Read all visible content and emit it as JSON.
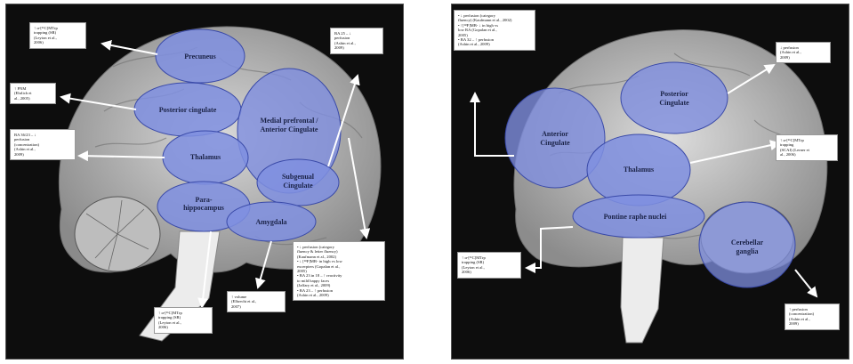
{
  "colors": {
    "background": "#0d0d0d",
    "region_fill": "#7f8fe0",
    "region_stroke": "#3a4aa8",
    "arrow": "#ffffff",
    "note_bg": "#ffffff"
  },
  "left_panel": {
    "regions": [
      {
        "id": "precuneus",
        "label_lines": [
          "Precuneus"
        ]
      },
      {
        "id": "posterior-cingulate",
        "label_lines": [
          "Posterior cingulate"
        ]
      },
      {
        "id": "medial-prefrontal",
        "label_lines": [
          "Medial prefrontal /",
          "Anterior Cingulate"
        ]
      },
      {
        "id": "thalamus",
        "label_lines": [
          "Thalamus"
        ]
      },
      {
        "id": "subgenual-cingulate",
        "label_lines": [
          "Subgenual",
          "Cingulate"
        ]
      },
      {
        "id": "para-hippocampus",
        "label_lines": [
          "Para-",
          "hippocampus"
        ]
      },
      {
        "id": "amygdala",
        "label_lines": [
          "Amygdala"
        ]
      }
    ],
    "notes": [
      {
        "id": "note-precuneus",
        "lines": [
          "↑ α-[¹¹C]MTrp",
          "trapping (SR)",
          "(Leyton et al.,",
          "2006)"
        ]
      },
      {
        "id": "note-pcc",
        "lines": [
          "↑ PNM",
          "(Ehrlich et",
          "al., 2005)"
        ]
      },
      {
        "id": "note-ba3631",
        "lines": [
          "BA 36/23 – ↓",
          "perfusion",
          "(concentration)",
          "(Ashin et al.,",
          "2009)"
        ]
      },
      {
        "id": "note-ba25",
        "lines": [
          "BA 25 – ↓",
          "perfusion",
          "(Ashin et al.,",
          "2009)"
        ]
      },
      {
        "id": "note-volume",
        "lines": [
          "↑ volume",
          "(Elbrecht et al.,",
          "2007)"
        ]
      },
      {
        "id": "note-thalamus-left",
        "lines": [
          "↑ α-[¹¹C]MTrp",
          "trapping (SR)",
          "(Leyton et al.,",
          "2006)"
        ]
      },
      {
        "id": "note-bullets-left",
        "lines": [
          "• ↓ perfusion (category",
          "  fluency & letter fluency)",
          "  (Kaufmann et al., 2002)",
          "• ↓ [¹⁸F]MB- in high vs low",
          "  excerpters (Gopalan et al.,",
          "  2005)",
          "• BA 23 in 18 – ↑ reactivity",
          "  to mild happy faces",
          "  (Jaffary et al., 2009)",
          "• BA 23 – ↑ perfusion",
          "  (Ashin et al., 2009)"
        ]
      }
    ]
  },
  "right_panel": {
    "regions": [
      {
        "id": "anterior-cingulate",
        "label_lines": [
          "Anterior",
          "Cingulate"
        ]
      },
      {
        "id": "posterior-cingulate-r",
        "label_lines": [
          "Posterior",
          "Cingulate"
        ]
      },
      {
        "id": "thalamus-r",
        "label_lines": [
          "Thalamus"
        ]
      },
      {
        "id": "pontine-raphe",
        "label_lines": [
          "Pontine raphe nuclei"
        ]
      },
      {
        "id": "cerebellar-ganglia",
        "label_lines": [
          "Cerebellar",
          "ganglia"
        ]
      }
    ],
    "notes": [
      {
        "id": "note-bullets-right",
        "lines": [
          "• ↓ perfusion (category",
          "  fluency) (Kaufmann et al., 2002)",
          "• ↑[¹⁸F]MB- ↓ in high vs",
          "  low RA (Gopalan et al.,",
          "  2005)",
          "• BA 32 – ↑ perfusion",
          "  (Ashin et al., 2009)"
        ]
      },
      {
        "id": "note-perfusion-pc",
        "lines": [
          "↓ perfusion",
          "(Ashin et al.,",
          "2009)"
        ]
      },
      {
        "id": "note-mtrp-right",
        "lines": [
          "↑ α-[¹¹C]MTrp",
          "trapping",
          "(SCAI) (Lerner et",
          "al., 2006)"
        ]
      },
      {
        "id": "note-mtrp-raphe",
        "lines": [
          "↑ α-[¹¹C]MTrp",
          "trapping (SR)",
          "(Leyton et al.,",
          "2006)"
        ]
      },
      {
        "id": "note-cerebellum",
        "lines": [
          "↑ perfusion",
          "(concentration)",
          "(Ashin et al.,",
          "2009)"
        ]
      }
    ]
  }
}
